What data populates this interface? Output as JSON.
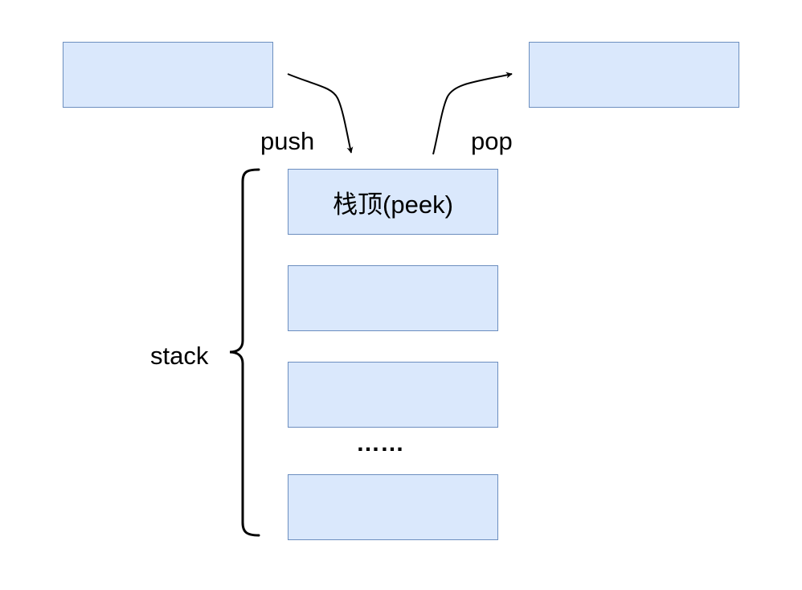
{
  "diagram": {
    "incoming_box": {
      "label": ""
    },
    "outgoing_box": {
      "label": ""
    },
    "push_label": "push",
    "pop_label": "pop",
    "stack_label": "stack",
    "stack_items": [
      {
        "label": "栈顶(peek)"
      },
      {
        "label": ""
      },
      {
        "label": ""
      },
      {
        "label": ""
      }
    ],
    "ellipsis": "……"
  },
  "colors": {
    "box_fill": "#dae8fc",
    "box_border": "#6c8ebf",
    "line": "#000000"
  }
}
